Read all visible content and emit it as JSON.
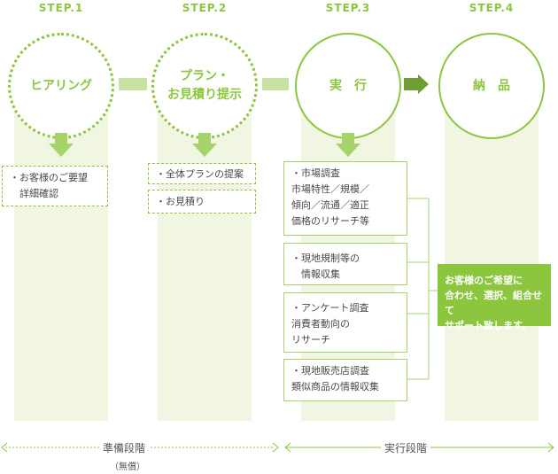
{
  "steps": [
    {
      "label": "STEP.1",
      "title": "ヒアリング"
    },
    {
      "label": "STEP.2",
      "title": "プラン・\nお見積り提示"
    },
    {
      "label": "STEP.3",
      "title": "実　行"
    },
    {
      "label": "STEP.4",
      "title": "納　品"
    }
  ],
  "step1_items": [
    "・お客様のご要望\n　詳細確認"
  ],
  "step2_items": [
    "・全体プランの提案",
    "・お見積り"
  ],
  "step3_items": [
    "・市場調査\n市場特性／規模／\n傾向／流通／適正\n価格のリサーチ等",
    "・現地規制等の\n　情報収集",
    "・アンケート調査\n消費者動向の\nリサーチ",
    "・現地販売店調査\n類似商品の情報収集"
  ],
  "note": "お客様のご希望に\n合わせ、選択、組合せて\nサポート致します。",
  "phases": {
    "prep": "準備段階",
    "prep_sub": "（無償）",
    "exec": "実行段階"
  },
  "colors": {
    "accent": "#8cc63f",
    "light": "#f0f6e2",
    "connector": "#c8e2a2"
  }
}
